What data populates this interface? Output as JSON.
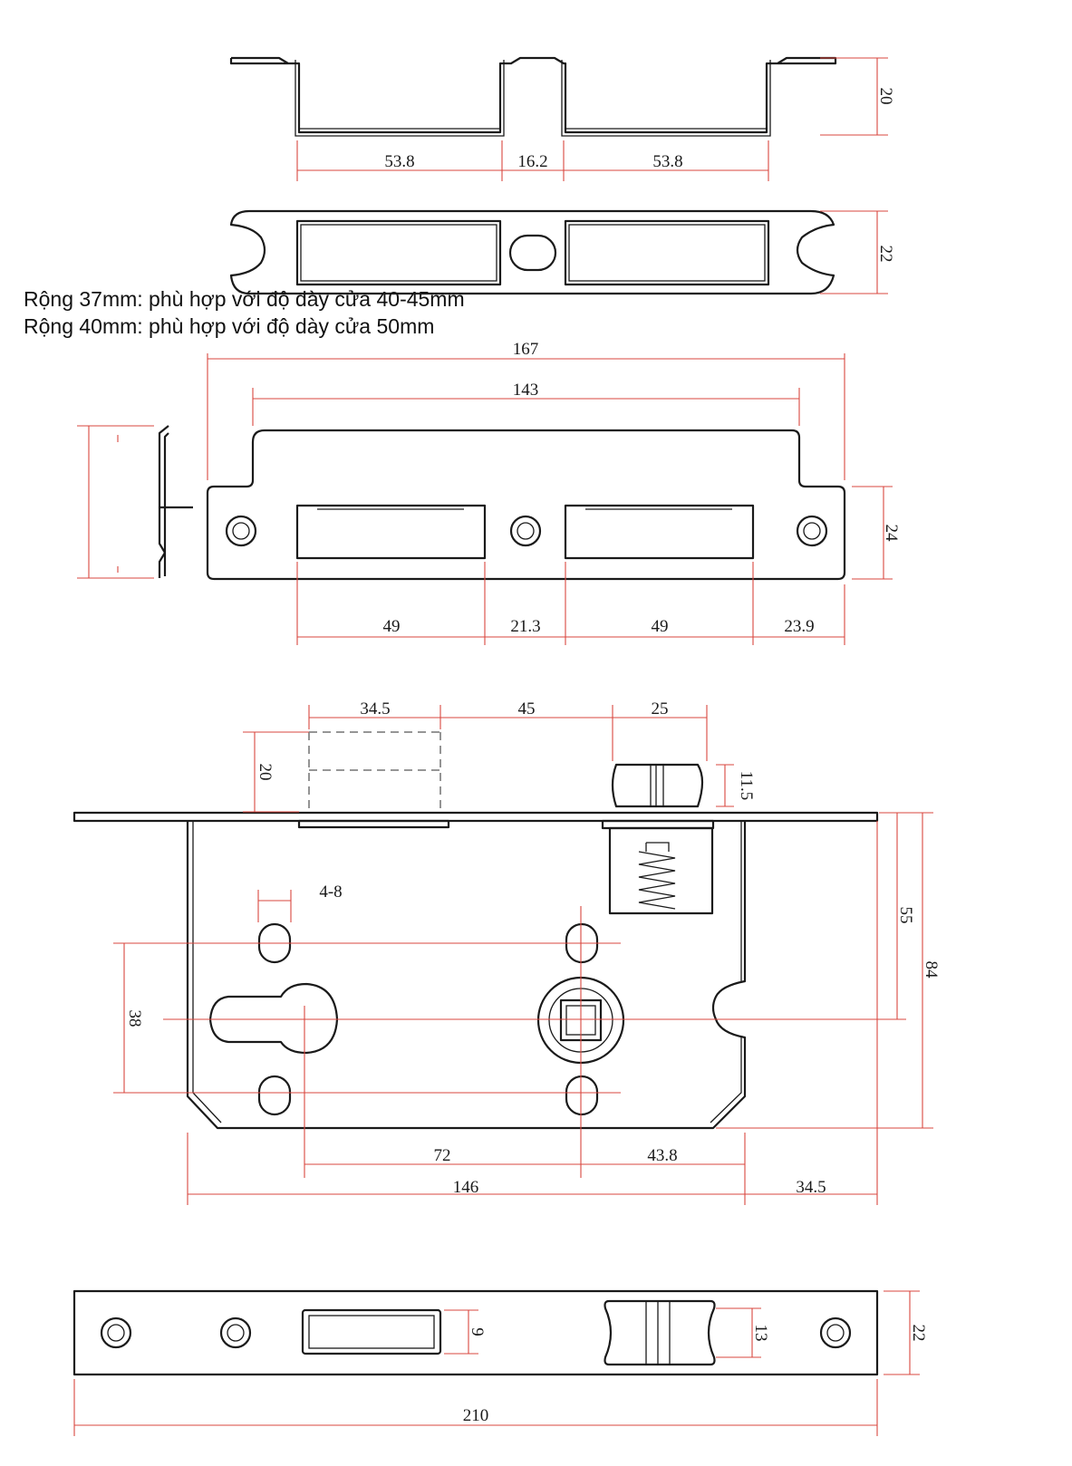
{
  "notes": [
    "Rộng 37mm: phù hợp với độ dày cửa 40-45mm",
    "Rộng 40mm: phù hợp với độ dày cửa 50mm"
  ],
  "colors": {
    "outline": "#1a1a1a",
    "dimension_line": "#d9473f",
    "text": "#1a1a1a",
    "background": "#ffffff"
  },
  "dimensions": {
    "strike_box_top": {
      "left_box": "53.8",
      "gap": "16.2",
      "right_box": "53.8",
      "height": "20"
    },
    "strike_box_front": {
      "height": "22"
    },
    "strike_plate": {
      "overall": "167",
      "inner": "143",
      "height": "24",
      "slot_left": "49",
      "gap": "21.3",
      "slot_right": "49",
      "edge": "23.9"
    },
    "lock_body": {
      "latch_width": "34.5",
      "latch_gap": "45",
      "deadbolt_width": "25",
      "latch_throw": "20",
      "deadbolt_throw": "11.5",
      "slot": "4-8",
      "cylinder_spacing": "38",
      "height_to_spindle": "55",
      "total_height": "84",
      "cylinder_to_spindle": "72",
      "spindle_to_face": "43.8",
      "body_width": "146",
      "backset": "34.5"
    },
    "faceplate": {
      "latch_height": "9",
      "deadbolt_height": "13",
      "width": "22",
      "length": "210"
    }
  }
}
